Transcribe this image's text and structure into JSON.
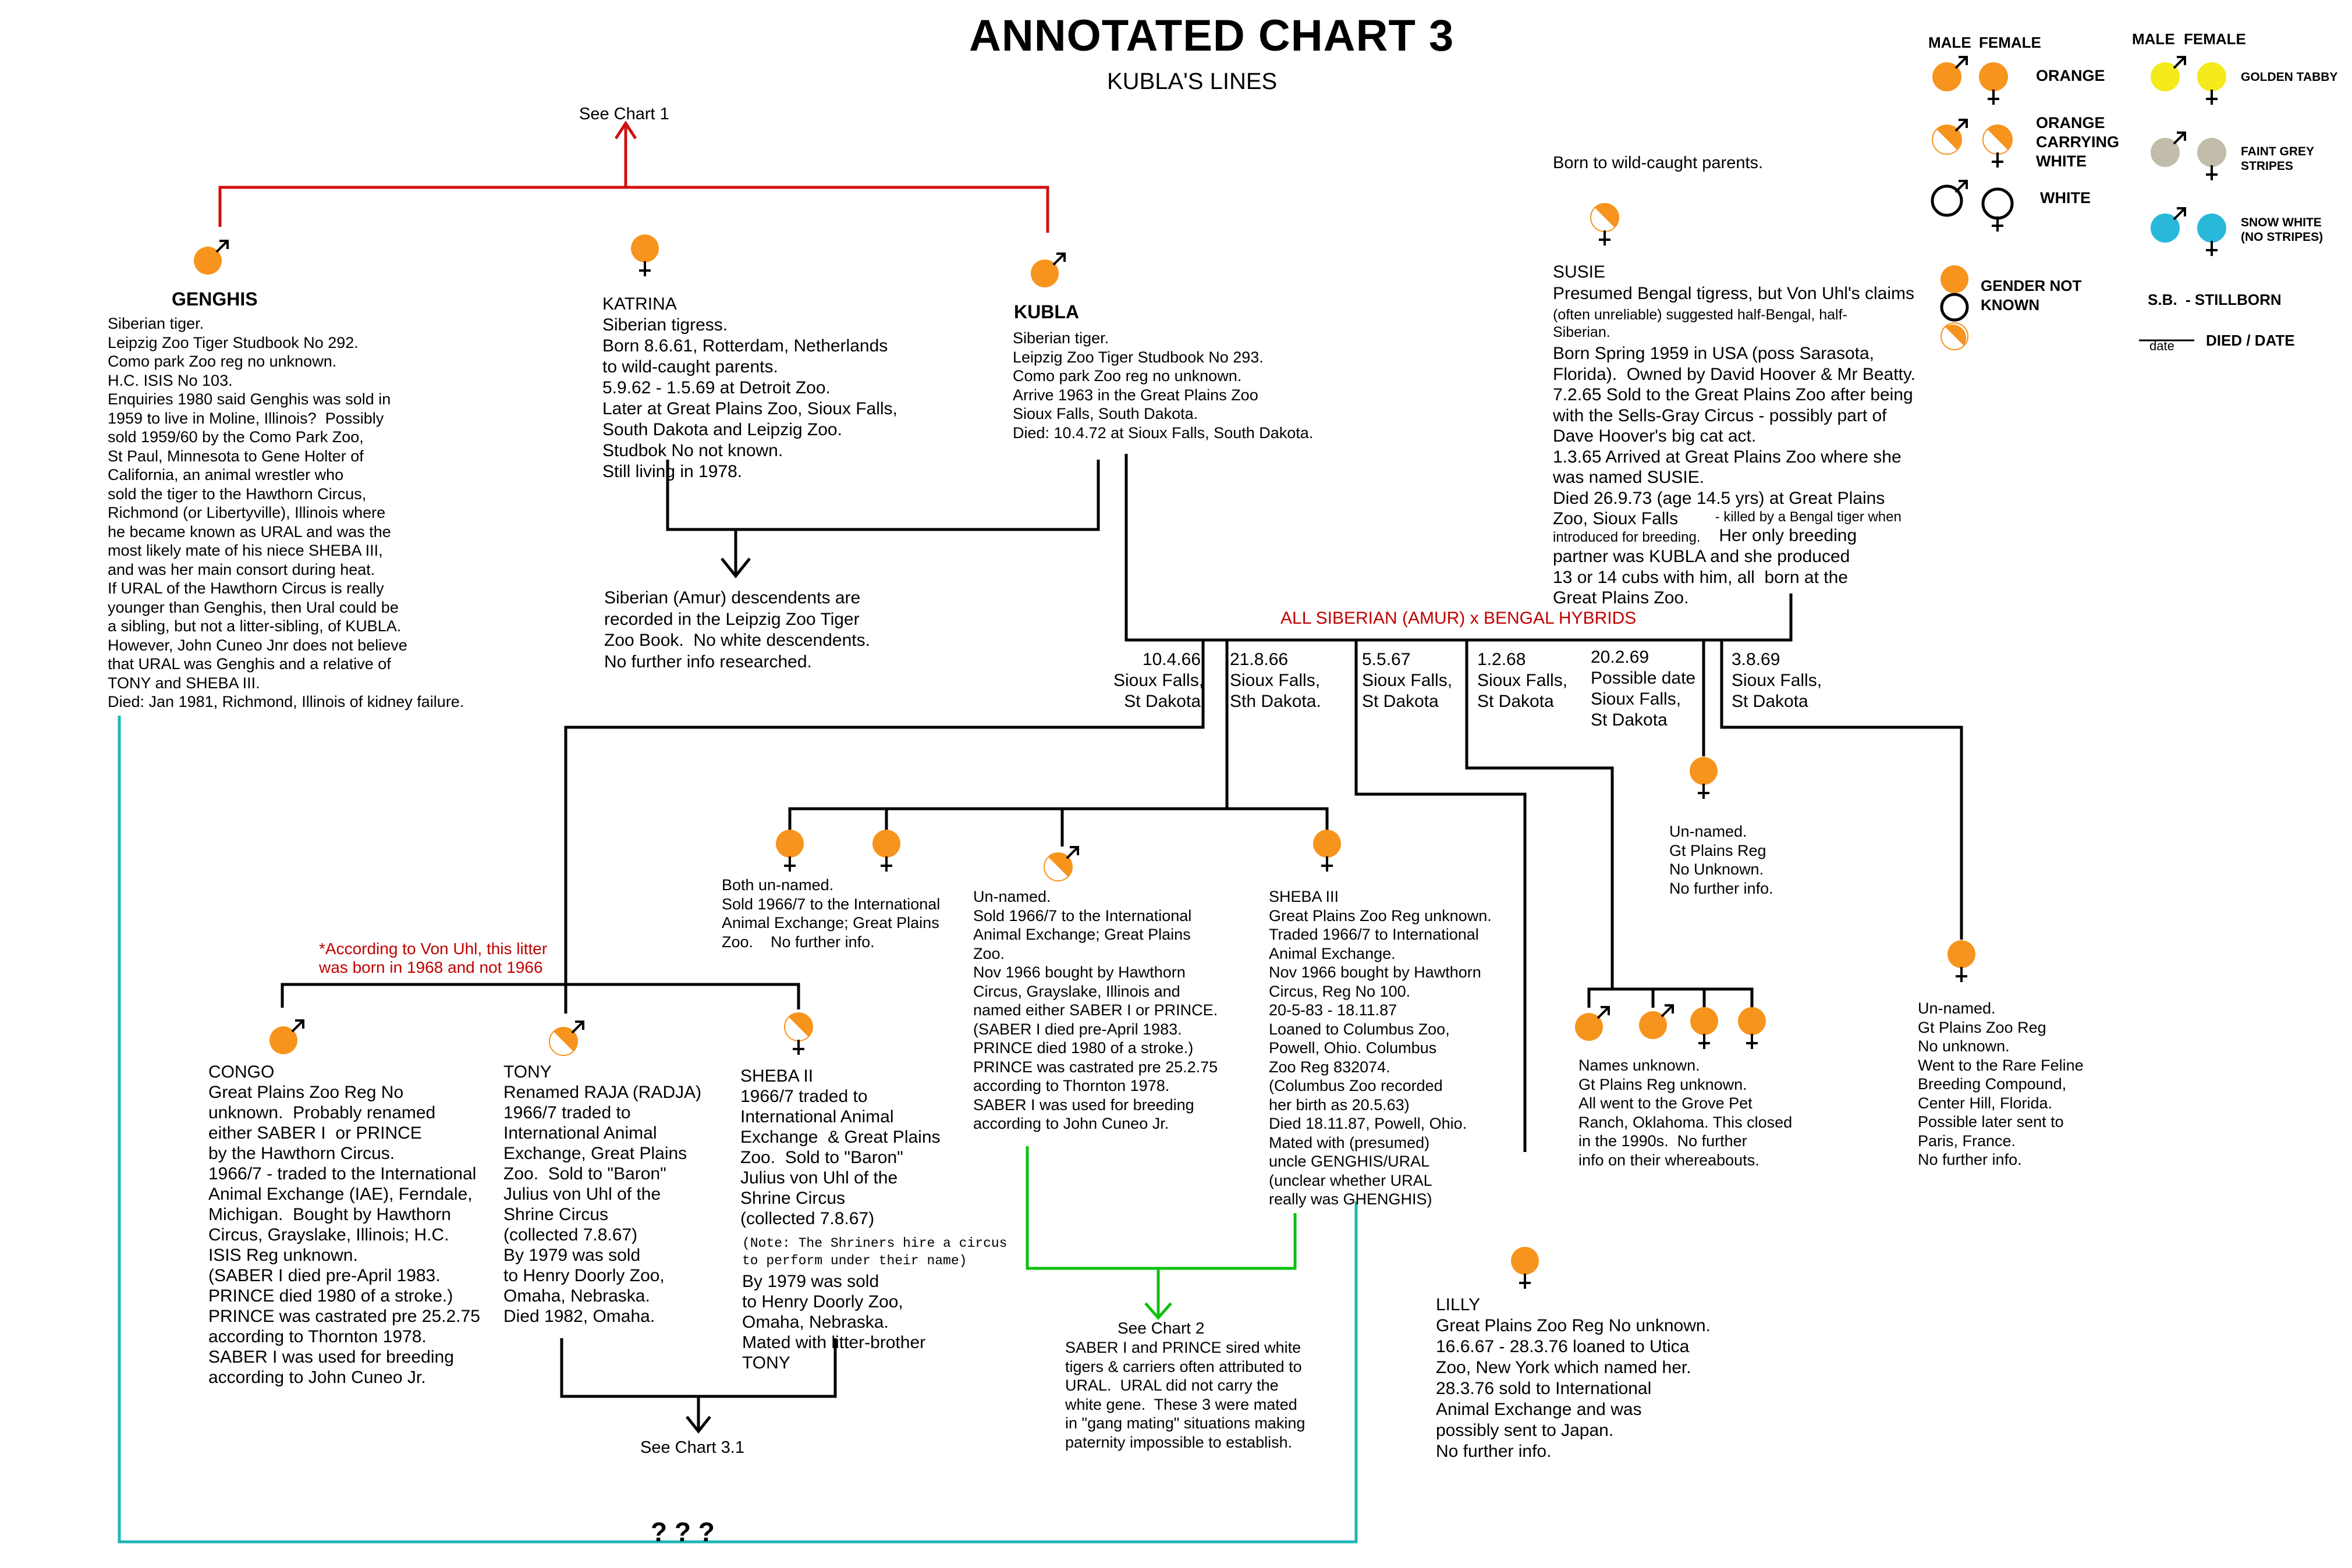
{
  "title": "ANNOTATED CHART 3",
  "subtitle": "KUBLA'S LINES",
  "see_chart_1": "See Chart 1",
  "born_wild": "Born to wild-caught parents.",
  "genghis": {
    "name": "GENGHIS",
    "text": "Siberian tiger.\nLeipzig Zoo Tiger Studbook No 292.\nComo park Zoo reg no unknown.\nH.C. ISIS No 103.\nEnquiries 1980 said Genghis was sold in\n1959 to live in Moline, Illinois?  Possibly\nsold 1959/60 by the Como Park Zoo,\nSt Paul, Minnesota to Gene Holter of\nCalifornia, an animal wrestler who\nsold the tiger to the Hawthorn Circus,\nRichmond (or Libertyville), Illinois where\nhe became known as URAL and was the\nmost likely mate of his niece SHEBA III,\nand was her main consort during heat.\nIf URAL of the Hawthorn Circus is really\nyounger than Genghis, then Ural could be\na sibling, but not a litter-sibling, of KUBLA.\nHowever, John Cuneo Jnr does not believe\nthat URAL was Genghis and a relative of\nTONY and SHEBA III.\nDied: Jan 1981, Richmond, Illinois of kidney failure."
  },
  "katrina": {
    "name": "KATRINA",
    "text": "Siberian tigress.\nBorn 8.6.61, Rotterdam, Netherlands\nto wild-caught parents.\n5.9.62 - 1.5.69 at Detroit Zoo.\nLater at Great Plains Zoo, Sioux Falls,\nSouth Dakota and Leipzig Zoo.\nStudbok No not known.\nStill living in 1978."
  },
  "kubla": {
    "name": "KUBLA",
    "text": "Siberian tiger.\nLeipzig Zoo Tiger Studbook No 293.\nComo park Zoo reg no unknown.\nArrive 1963 in the Great Plains Zoo\nSioux Falls, South Dakota.\nDied: 10.4.72 at Sioux Falls, South Dakota."
  },
  "susie": {
    "name": "SUSIE",
    "line1": "Presumed Bengal tigress, but Von Uhl's claims",
    "line2": "(often unreliable) suggested half-Bengal, half-",
    "line3": "Siberian.",
    "body": "Born Spring 1959 in USA (poss Sarasota,\nFlorida).  Owned by David Hoover & Mr Beatty.\n7.2.65 Sold to the Great Plains Zoo after being\nwith the Sells-Gray Circus - possibly part of\nDave Hoover's big cat act.\n1.3.65 Arrived at Great Plains Zoo where she\nwas named SUSIE.\nDied 26.9.73 (age 14.5 yrs) at Great Plains\nZoo, Sioux Falls",
    "killed": " - killed by a Bengal tiger when",
    "killed2": "introduced for breeding.",
    "tail1": " Her only breeding",
    "tail2": "partner was KUBLA and she produced\n13 or 14 cubs with him, all  born at the\nGreat Plains Zoo."
  },
  "siberian_desc": "Siberian (Amur) descendents are\nrecorded in the Leipzig Zoo Tiger\nZoo Book.  No white descendents.\nNo further info researched.",
  "hybrids_label": "ALL SIBERIAN (AMUR) x BENGAL HYBRIDS",
  "litters": [
    "10.4.66\nSioux Falls,\nSt Dakota",
    "21.8.66\nSioux Falls,\nSth Dakota.",
    "5.5.67\nSioux Falls,\nSt Dakota",
    "1.2.68\nSioux Falls,\nSt Dakota",
    "20.2.69\nPossible date\nSioux Falls,\nSt Dakota",
    "3.8.69\nSioux Falls,\nSt Dakota"
  ],
  "von_uhl_note": "*According to Von Uhl, this litter\nwas born in 1968 and not 1966",
  "both_unnamed": "Both un-named.\nSold 1966/7 to the International\nAnimal Exchange; Great Plains\nZoo.    No further info.",
  "unnamed_saber": "Un-named.\nSold 1966/7 to the International\nAnimal Exchange; Great Plains\nZoo.\nNov 1966 bought by Hawthorn\nCircus, Grayslake, Illinois and\nnamed either SABER I or PRINCE.\n(SABER I died pre-April 1983.\nPRINCE died 1980 of a stroke.)\nPRINCE was castrated pre 25.2.75\naccording to Thornton 1978.\nSABER I was used for breeding\naccording to John Cuneo Jr.",
  "sheba3": "SHEBA III\nGreat Plains Zoo Reg unknown.\nTraded 1966/7 to International\nAnimal Exchange.\nNov 1966 bought by Hawthorn\nCircus, Reg No 100.\n20-5-83 - 18.11.87\nLoaned to Columbus Zoo,\nPowell, Ohio. Columbus\nZoo Reg 832074.\n(Columbus Zoo recorded\nher birth as 20.5.63)\nDied 18.11.87, Powell, Ohio.\nMated with (presumed)\nuncle GENGHIS/URAL\n(unclear whether URAL\nreally was GHENGHIS)",
  "unnamed_1969": "Un-named.\nGt Plains Reg\nNo Unknown.\nNo further info.",
  "grove_pet": "Names unknown.\nGt Plains Reg unknown.\nAll went to the Grove Pet\nRanch, Oklahoma. This closed\nin the 1990s.  No further\ninfo on their whereabouts.",
  "unnamed_paris": "Un-named.\nGt Plains Zoo Reg\nNo unknown.\nWent to the Rare Feline\nBreeding Compound,\nCenter Hill, Florida.\nPossible later sent to\nParis, France.\nNo further info.",
  "congo": "CONGO\nGreat Plains Zoo Reg No\nunknown.  Probably renamed\neither SABER I  or PRINCE\nby the Hawthorn Circus.\n1966/7 - traded to the International\nAnimal Exchange (IAE), Ferndale,\nMichigan.  Bought by Hawthorn\nCircus, Grayslake, Illinois; H.C.\nISIS Reg unknown.\n(SABER I died pre-April 1983.\nPRINCE died 1980 of a stroke.)\nPRINCE was castrated pre 25.2.75\naccording to Thornton 1978.\nSABER I was used for breeding\naccording to John Cuneo Jr.",
  "tony": "TONY\nRenamed RAJA (RADJA)\n1966/7 traded to\nInternational Animal\nExchange, Great Plains\nZoo.  Sold to \"Baron\"\nJulius von Uhl of the\nShrine Circus\n(collected 7.8.67)\nBy 1979 was sold\nto Henry Doorly Zoo,\nOmaha, Nebraska.\nDied 1982, Omaha.",
  "sheba2_top": "SHEBA II\n1966/7 traded to\nInternational Animal\nExchange  & Great Plains\nZoo.  Sold to \"Baron\"\nJulius von Uhl of the\nShrine Circus\n(collected 7.8.67)",
  "sheba2_note": "(Note: The Shriners hire a circus\nto perform under their name)",
  "sheba2_bottom": "By 1979 was sold\nto Henry Doorly Zoo,\nOmaha, Nebraska.\nMated with litter-brother\nTONY",
  "see_chart_2": "See Chart 2",
  "chart2_note": "SABER I and PRINCE sired white\ntigers & carriers often attributed to\nURAL.  URAL did not carry the\nwhite gene.  These 3 were mated\nin \"gang mating\" situations making\npaternity impossible to establish.",
  "see_chart_31": "See Chart 3.1",
  "lilly": "LILLY\nGreat Plains Zoo Reg No unknown.\n16.6.67 - 28.3.76 loaned to Utica\nZoo, New York which named her.\n28.3.76 sold to International\nAnimal Exchange and was\npossibly sent to Japan.\nNo further info.",
  "question": "? ? ?",
  "legend": {
    "male": "MALE",
    "female": "FEMALE",
    "orange": "ORANGE",
    "orange_carrying": "ORANGE\nCARRYING\nWHITE",
    "white": "WHITE",
    "gender_unknown": "GENDER NOT\nKNOWN",
    "golden_tabby": "GOLDEN TABBY",
    "faint_grey": "FAINT GREY\nSTRIPES",
    "snow_white": "SNOW WHITE\n(NO STRIPES)",
    "stillborn": "S.B.  - STILLBORN",
    "date": "date",
    "died_date": "DIED / DATE",
    "colors": {
      "orange": "#f7941d",
      "golden_tabby": "#f4ea1c",
      "faint_grey": "#c2bcaa",
      "snow_white": "#29b8d9"
    }
  },
  "line_colors": {
    "parents": "#d01010",
    "teal": "#1fb5b8",
    "green": "#10c010"
  }
}
